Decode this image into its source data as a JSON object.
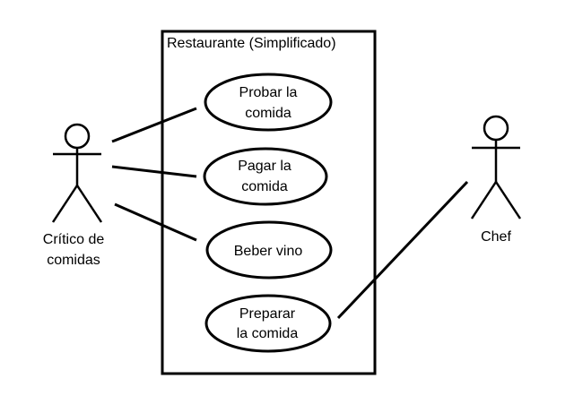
{
  "system": {
    "title": "Restaurante (Simplificado)"
  },
  "actors": {
    "critic": {
      "line1": "Crítico de",
      "line2": "comidas"
    },
    "chef": {
      "label": "Chef"
    }
  },
  "use_cases": [
    {
      "line1": "Probar la",
      "line2": "comida"
    },
    {
      "line1": "Pagar la",
      "line2": "comida"
    },
    {
      "line1": "Beber vino"
    },
    {
      "line1": "Preparar",
      "line2": "la comida"
    }
  ],
  "colors": {
    "stroke": "#000000",
    "background": "#ffffff"
  }
}
